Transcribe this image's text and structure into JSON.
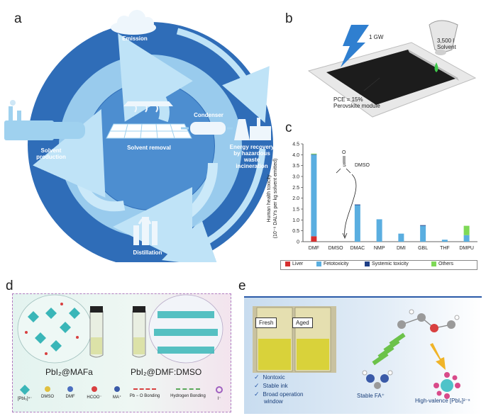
{
  "panels": {
    "a": "a",
    "b": "b",
    "c": "c",
    "d": "d",
    "e": "e"
  },
  "panel_a": {
    "emission": "Emission",
    "solvent_removal": "Solvent removal",
    "condenser": "Condenser",
    "solvent_production": [
      "Solvent",
      "production"
    ],
    "energy_recovery": [
      "Energy recovery",
      "by hazardous",
      "waste",
      "incineration"
    ],
    "distillation": "Distillation",
    "colors": {
      "disc": "#2f6db8",
      "ring": "#9fd1ef",
      "inner": "#4d8ed0"
    }
  },
  "panel_b": {
    "power": "1 GW",
    "solvent": [
      "3,500 l",
      "Solvent"
    ],
    "pce": [
      "PCE = 15%",
      "Perovskite module"
    ]
  },
  "panel_c": {
    "dmso_label": "DMSO",
    "dmso_s": "S",
    "dmso_o": "O",
    "ylabel_1": "Human health toxicity",
    "ylabel_2": "(10⁻⁶ DALYs per kg solvent emitted)",
    "legend": [
      "Liver",
      "Fetotoxicity",
      "Systemic toxicity",
      "Others"
    ]
  },
  "chart_data": {
    "type": "bar",
    "stacked": true,
    "categories": [
      "DMF",
      "DMSO",
      "DMAC",
      "NMP",
      "DMI",
      "GBL",
      "THF",
      "DMPU"
    ],
    "series": [
      {
        "name": "Liver",
        "color": "#d62f2f",
        "values": [
          0.25,
          0,
          0,
          0,
          0,
          0,
          0,
          0
        ]
      },
      {
        "name": "Fetotoxicity",
        "color": "#5aaee0",
        "values": [
          3.75,
          0,
          1.68,
          1.03,
          0.37,
          0.73,
          0.09,
          0.3
        ]
      },
      {
        "name": "Systemic toxicity",
        "color": "#1f3f86",
        "values": [
          0.02,
          0,
          0.03,
          0,
          0,
          0.03,
          0,
          0
        ]
      },
      {
        "name": "Others",
        "color": "#7ed957",
        "values": [
          0.03,
          0,
          0,
          0,
          0,
          0,
          0,
          0.43
        ]
      }
    ],
    "yticks": [
      "0",
      "0.5",
      "1.0",
      "1.5",
      "2.0",
      "2.5",
      "3.0",
      "3.5",
      "4.0",
      "4.5"
    ],
    "ylim": [
      0,
      4.5
    ],
    "ylabel": "Human health toxicity (10⁻⁶ DALYs per kg solvent emitted)",
    "legend_position": "bottom"
  },
  "panel_d": {
    "caption_left": "PbI₂@MAFa",
    "caption_right": "PbI₂@DMF:DMSO",
    "legend": [
      "[PbI₆]⁴⁻",
      "DMSO",
      "DMF",
      "HCOO⁻",
      "MA⁺",
      "Pb − O Bonding",
      "Hydrogen Bonding",
      "I⁻"
    ],
    "colors": {
      "bg": "#eaf6f3",
      "right_bg": "#f2e6ef",
      "octa": "#3ab6b8",
      "border": "#b07cc0"
    }
  },
  "panel_e": {
    "fresh": "Fresh",
    "aged": "Aged",
    "checks": [
      "Nontoxic",
      "Stable ink",
      "Broad operation",
      "window"
    ],
    "stable_fa": "Stable FA⁺",
    "high_valence": "High-valence [PbIₓ]²⁻ˣ",
    "colors": {
      "bg": "#cfe0f0",
      "bg2": "#e8f0f8",
      "arrow_green": "#6cc24a",
      "arrow_yellow": "#f0b428"
    }
  }
}
